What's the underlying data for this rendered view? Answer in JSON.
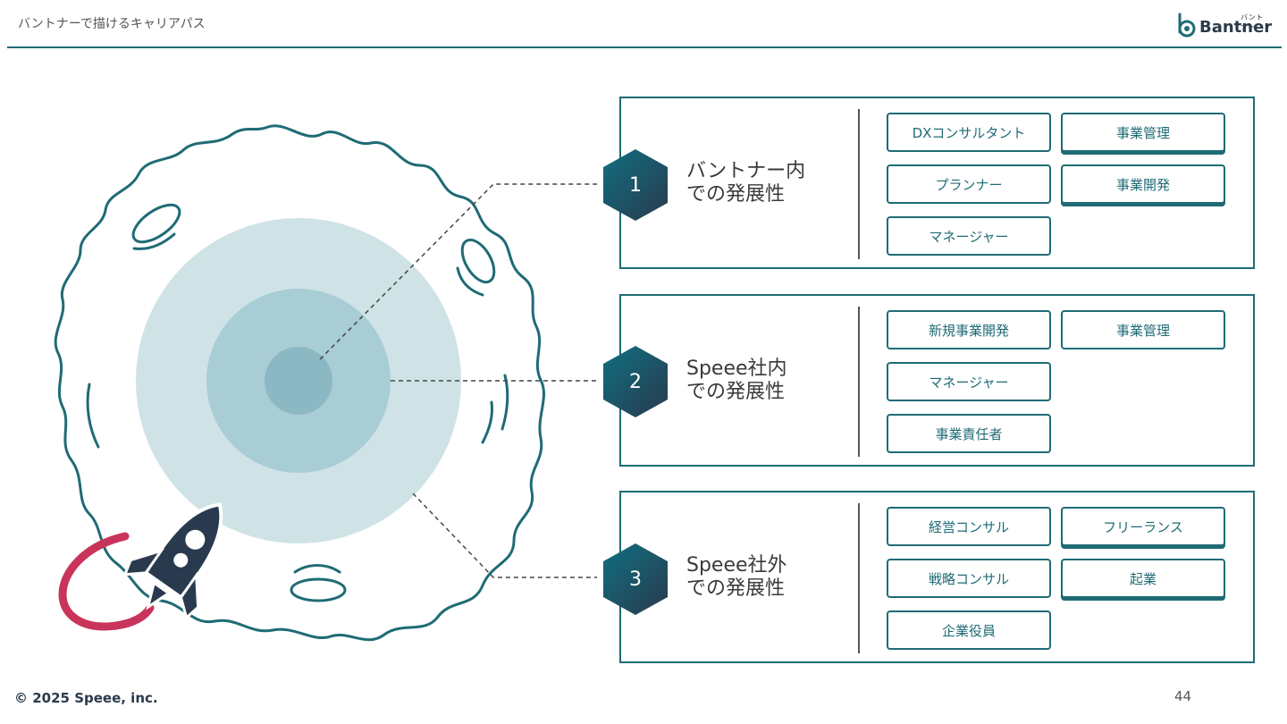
{
  "header": {
    "title": "バントナーで描けるキャリアパス"
  },
  "logo": {
    "small": "バントナー",
    "word": "Bantner",
    "icon": "bantner-b-logo-icon",
    "color": "#1f6b75"
  },
  "colors": {
    "accent": "#1f6b75",
    "rocket_dark": "#2a3a4e",
    "rocket_trail": "#c8345a",
    "circle_outer": "#cfe3e7",
    "circle_mid": "#a9cdd4",
    "circle_inner": "#8bb8c3"
  },
  "panels": [
    {
      "number": "1",
      "title_line1": "バントナー内",
      "title_line2": "での発展性",
      "chips": [
        {
          "label": "DXコンサルタント"
        },
        {
          "label": "事業管理"
        },
        {
          "label": "プランナー"
        },
        {
          "label": "事業開発"
        },
        {
          "label": "マネージャー"
        }
      ]
    },
    {
      "number": "2",
      "title_line1": "Speee社内",
      "title_line2": "での発展性",
      "chips": [
        {
          "label": "新規事業開発"
        },
        {
          "label": "事業管理"
        },
        {
          "label": "マネージャー"
        },
        {
          "label": "事業責任者"
        }
      ]
    },
    {
      "number": "3",
      "title_line1": "Speee社外",
      "title_line2": "での発展性",
      "chips": [
        {
          "label": "経営コンサル"
        },
        {
          "label": "フリーランス"
        },
        {
          "label": "戦略コンサル"
        },
        {
          "label": "起業"
        },
        {
          "label": "企業役員"
        }
      ]
    }
  ],
  "footer": {
    "copyright": "© 2025 Speee, inc.",
    "page": "44"
  }
}
